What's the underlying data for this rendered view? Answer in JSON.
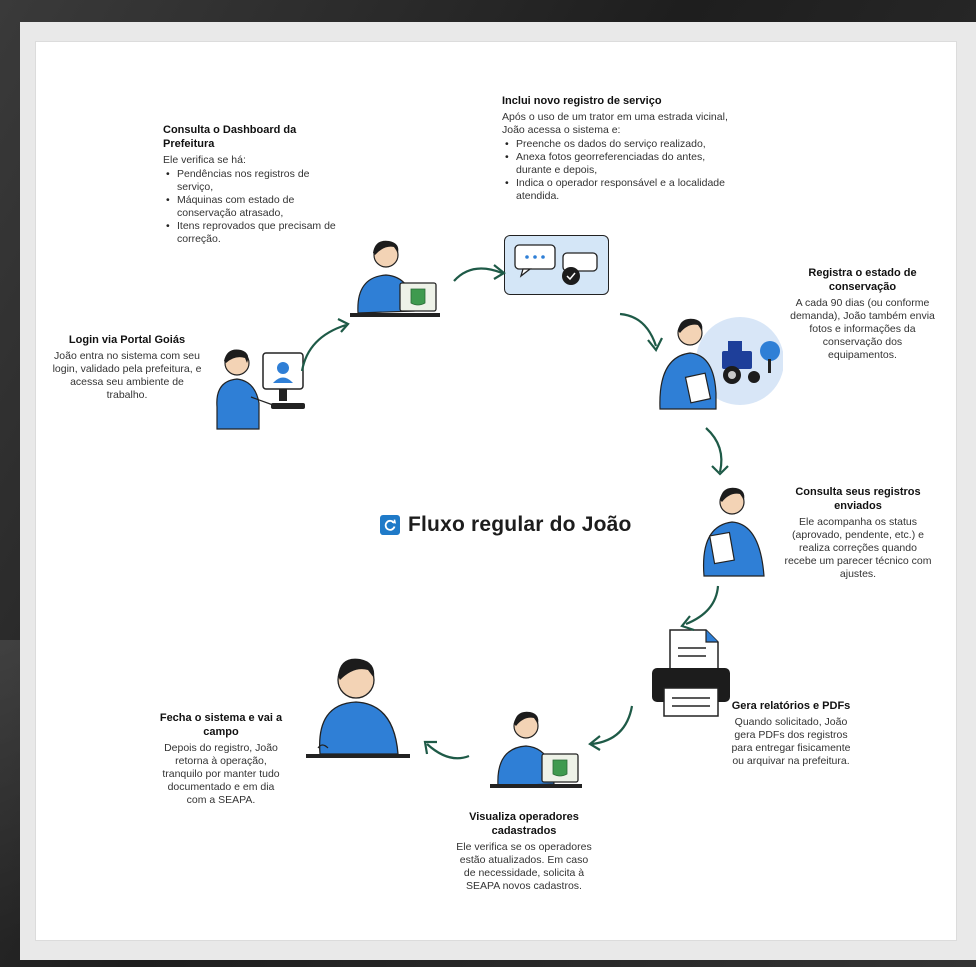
{
  "title": "Fluxo regular do João",
  "icons": {
    "title": "refresh-icon",
    "chat": "chat-bubbles-icon",
    "user": "user-profile-icon",
    "printer": "printer-icon"
  },
  "colors": {
    "accent": "#1f7ac8",
    "shirt": "#2f7fd6",
    "arrow": "#1e5a47"
  },
  "steps": {
    "login": {
      "heading": "Login via Portal Goiás",
      "body": "João entra no sistema com seu login, validado pela prefeitura, e acessa seu ambiente de trabalho."
    },
    "dashboard": {
      "heading": "Consulta o Dashboard da Prefeitura",
      "intro": "Ele verifica se há:",
      "items": [
        "Pendências nos registros de serviço,",
        "Máquinas com estado de conservação atrasado,",
        "Itens reprovados que precisam de correção."
      ]
    },
    "novo_registro": {
      "heading": "Inclui novo registro de serviço",
      "intro": "Após o uso de um trator em uma estrada vicinal, João acessa o sistema e:",
      "items": [
        "Preenche os dados do serviço realizado,",
        "Anexa fotos georreferenciadas do antes, durante e depois,",
        "Indica o operador responsável e a localidade atendida."
      ]
    },
    "conservacao": {
      "heading": "Registra o estado de conservação",
      "body": "A cada 90 dias (ou conforme demanda), João também envia fotos e informações da conservação dos equipamentos."
    },
    "consulta_registros": {
      "heading": "Consulta seus registros enviados",
      "body": "Ele acompanha os status (aprovado, pendente, etc.) e realiza correções quando recebe um parecer técnico com ajustes."
    },
    "relatorios": {
      "heading": "Gera relatórios e PDFs",
      "body": "Quando solicitado, João gera PDFs dos registros para entregar fisicamente ou arquivar na prefeitura."
    },
    "operadores": {
      "heading": "Visualiza operadores cadastrados",
      "body": "Ele verifica se os operadores estão atualizados. Em caso de necessidade, solicita à SEAPA novos cadastros."
    },
    "fecha": {
      "heading": "Fecha o sistema e vai a campo",
      "body": "Depois do registro, João retorna à operação, tranquilo por manter tudo documentado e em dia com a SEAPA."
    }
  }
}
